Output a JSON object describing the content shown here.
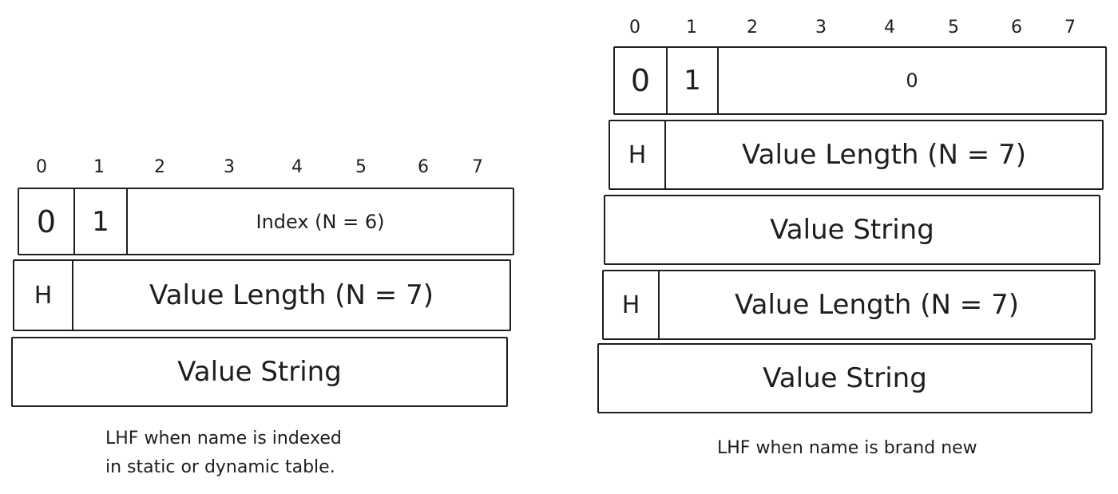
{
  "left": {
    "bit_labels": [
      "0",
      "1",
      "2",
      "3",
      "4",
      "5",
      "6",
      "7"
    ],
    "row1": {
      "b0": "0",
      "b1": "1",
      "field": "Index (N = 6)"
    },
    "row2": {
      "flag": "H",
      "field": "Value Length (N = 7)"
    },
    "row3": {
      "field": "Value String"
    },
    "caption_line1": "LHF when name is indexed",
    "caption_line2": "in static or dynamic table."
  },
  "right": {
    "bit_labels": [
      "0",
      "1",
      "2",
      "3",
      "4",
      "5",
      "6",
      "7"
    ],
    "row1": {
      "b0": "0",
      "b1": "1",
      "field": "0"
    },
    "row2": {
      "flag": "H",
      "field": "Value Length (N = 7)"
    },
    "row3": {
      "field": "Value String"
    },
    "row4": {
      "flag": "H",
      "field": "Value Length (N = 7)"
    },
    "row5": {
      "field": "Value String"
    },
    "caption": "LHF when name is brand new"
  }
}
